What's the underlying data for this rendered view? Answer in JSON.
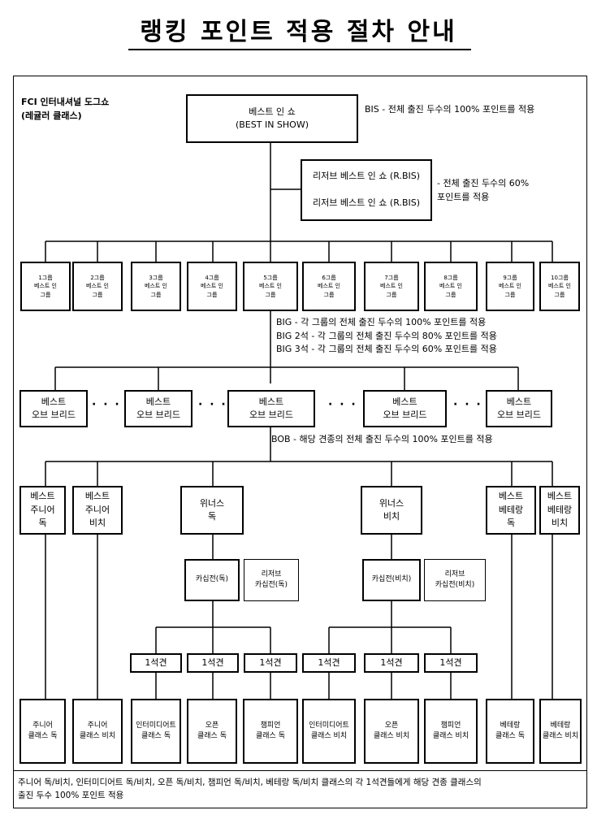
{
  "title": "랭킹 포인트 적용 절차 안내",
  "org_label": "FCI 인터내셔널 도그쇼\n(레귤러 클래스)",
  "bis": {
    "box": "베스트 인 쇼\n(BEST IN SHOW)",
    "note": "BIS - 전체 출진 두수의 100% 포인트를 적용"
  },
  "rbis": {
    "box": "리저브 베스트 인 쇼 (R.BIS)\n\n리저브 베스트 인 쇼 (R.BIS)",
    "note": "- 전체 출진 두수의 60%\n  포인트를 적용"
  },
  "groups": [
    "1그룹\n베스트 인\n그룹",
    "2그룹\n베스트 인\n그룹",
    "3그룹\n베스트 인\n그룹",
    "4그룹\n베스트 인\n그룹",
    "5그룹\n베스트 인\n그룹",
    "6그룹\n베스트 인\n그룹",
    "7그룹\n베스트 인\n그룹",
    "8그룹\n베스트 인\n그룹",
    "9그룹\n베스트 인\n그룹",
    "10그룹\n베스트 인\n그룹"
  ],
  "big_note": "BIG - 각 그룹의 전체 출진 두수의 100% 포인트를 적용\nBIG 2석 - 각 그룹의 전체 출진 두수의 80% 포인트를 적용\nBIG 3석 - 각 그룹의 전체 출진 두수의 60% 포인트를 적용",
  "bob": [
    "베스트\n오브 브리드",
    "베스트\n오브 브리드",
    "베스트\n오브 브리드",
    "베스트\n오브 브리드",
    "베스트\n오브 브리드"
  ],
  "ellipsis": "· · ·",
  "bob_note": "BOB - 해당 견종의 전체 출진 두수의 100% 포인트를 적용",
  "classes": {
    "junior_dog": "베스트\n주니어\n독",
    "junior_bitch": "베스트\n주니어\n비치",
    "winners_dog": "위너스\n독",
    "winners_bitch": "위너스\n비치",
    "veteran_dog": "베스트\n베테랑\n독",
    "veteran_bitch": "베스트\n베테랑\n비치"
  },
  "cc": {
    "dog": "카십전(독)",
    "reserve_dog": "리저브\n카십전(독)",
    "bitch": "카십전(비치)",
    "reserve_bitch": "리저브\n카십전(비치)"
  },
  "first_place": "1석견",
  "bottom": [
    "주니어\n클래스 독",
    "주니어\n클래스 비치",
    "인터미디어트\n클래스 독",
    "오픈\n클래스 독",
    "챔피언\n클래스 독",
    "인터미디어트\n클래스 비치",
    "오픈\n클래스 비치",
    "챔피언\n클래스 비치",
    "베테랑\n클래스 독",
    "베테랑\n클래스 비치"
  ],
  "footer": "주니어 독/비치, 인터미디어트 독/비치, 오픈 독/비치, 챔피언 독/비치, 베테랑 독/비치 클래스의 각 1석견들에게 해당 견종 클래스의\n출진 두수 100% 포인트 적용"
}
